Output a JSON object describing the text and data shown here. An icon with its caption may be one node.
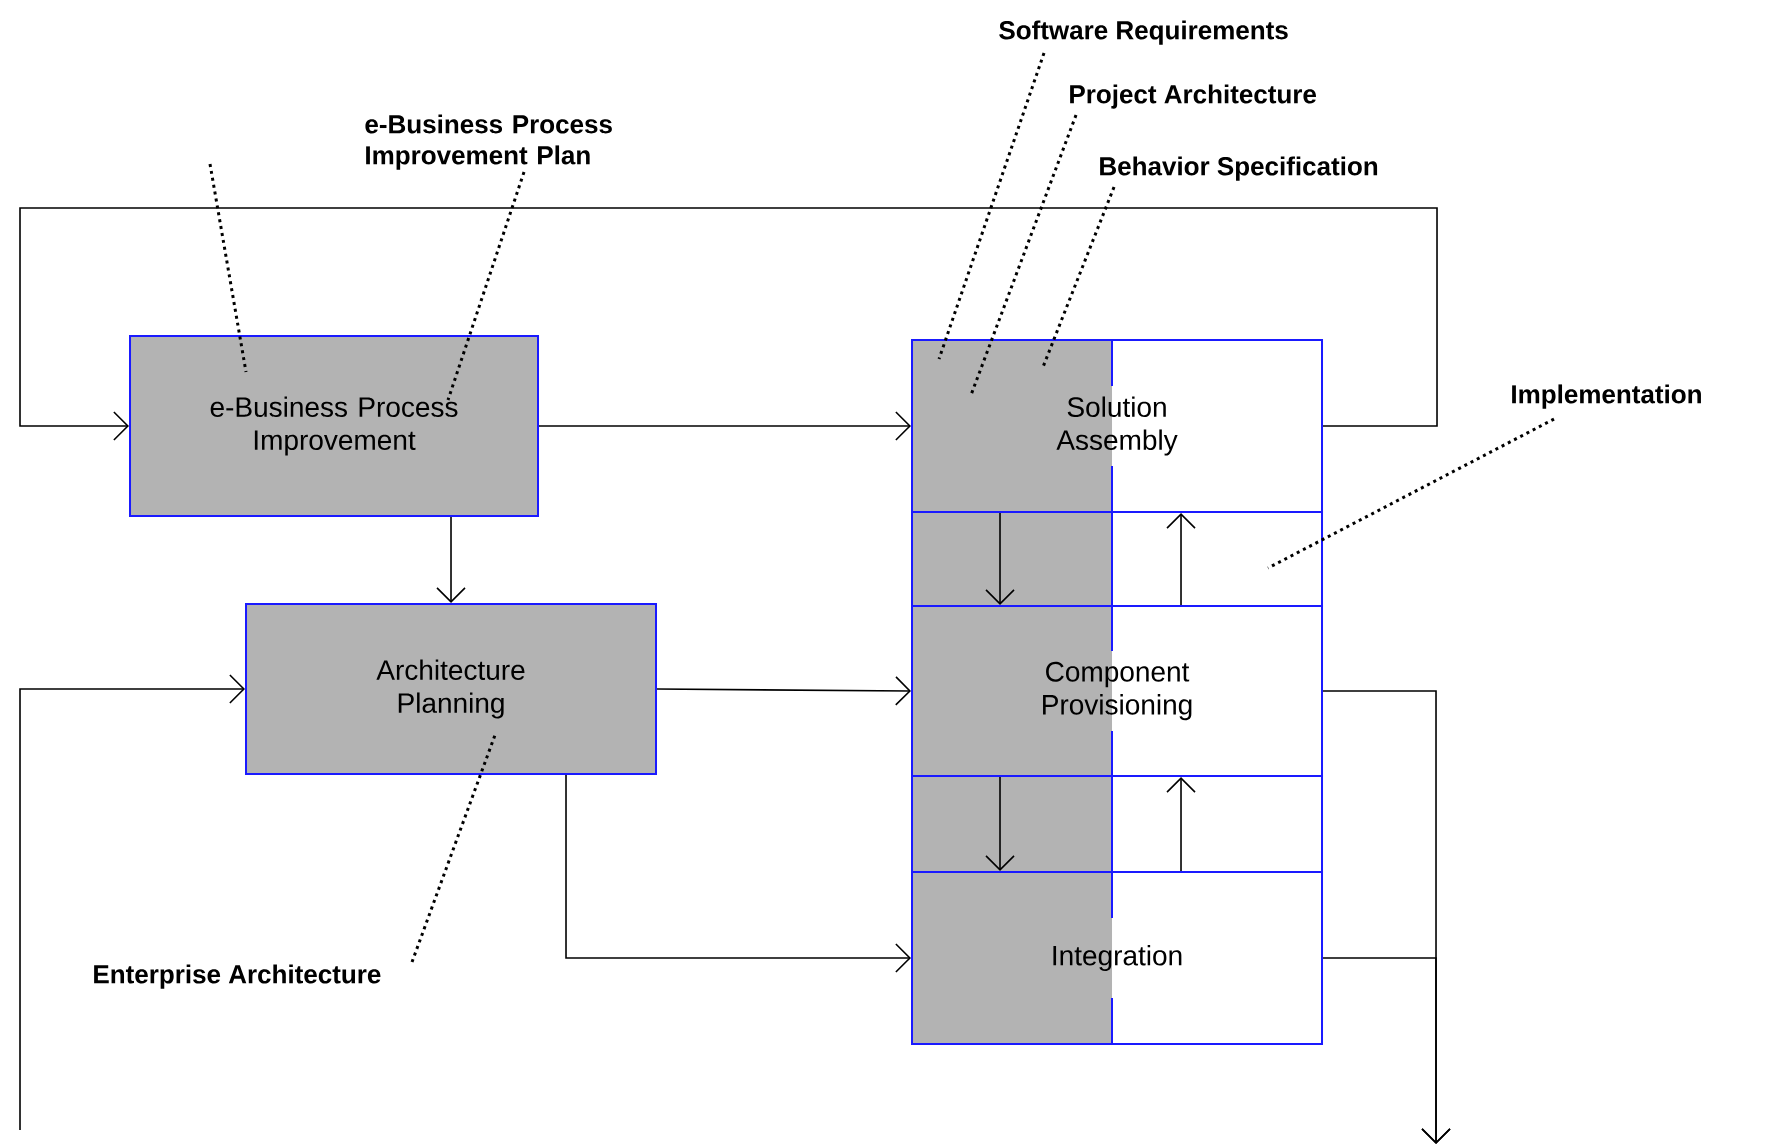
{
  "diagram": {
    "nodes": [
      {
        "text": [
          "Software Requirements"
        ]
      },
      {
        "text": [
          "Project Architecture"
        ]
      },
      {
        "text": [
          "e-Business Process Improvement Plan"
        ]
      },
      {
        "text": [
          "Behavior Specification"
        ]
      },
      {
        "text": [
          "e-Business Process Improvement"
        ]
      },
      {
        "text": [
          "Solution Assembly"
        ]
      },
      {
        "text": [
          "Implementation"
        ]
      },
      {
        "text": [
          "Architecture Planning"
        ]
      },
      {
        "text": [
          "Component Provisioning"
        ]
      },
      {
        "text": [
          "Integration"
        ]
      },
      {
        "text": [
          "Enterprise Architecture"
        ]
      }
    ],
    "edges": [
      {
        "from": 5,
        "to": 4,
        "arrow": "to"
      },
      {
        "from": 4,
        "to": 5,
        "arrow": "to"
      },
      {
        "from": 4,
        "to": 7,
        "arrow": "to"
      },
      {
        "from": 7,
        "to": 8,
        "arrow": "to"
      },
      {
        "from": 7,
        "to": 9,
        "arrow": "to"
      },
      {
        "from": null,
        "to": 7,
        "arrow": "to"
      },
      {
        "from": 5,
        "to": 8,
        "arrow": "to"
      },
      {
        "from": 8,
        "to": 9,
        "arrow": "to"
      },
      {
        "from": 8,
        "to": 5,
        "arrow": "to"
      },
      {
        "from": 9,
        "to": 8,
        "arrow": "to"
      },
      {
        "from": 8,
        "to": null,
        "arrow": "to"
      },
      {
        "from": 9,
        "to": null,
        "arrow": "to"
      },
      {
        "from": 2,
        "to": 4,
        "arrow": "none",
        "style": "dashed"
      },
      {
        "from": null,
        "to": 4,
        "arrow": "none",
        "style": "dashed"
      },
      {
        "from": 0,
        "to": 5,
        "arrow": "none",
        "style": "dashed"
      },
      {
        "from": 1,
        "to": 5,
        "arrow": "none",
        "style": "dashed"
      },
      {
        "from": 3,
        "to": 5,
        "arrow": "none",
        "style": "dashed"
      },
      {
        "from": 6,
        "to": null,
        "arrow": "none",
        "style": "dashed"
      },
      {
        "from": 10,
        "to": 7,
        "arrow": "none",
        "style": "dashed"
      }
    ]
  }
}
